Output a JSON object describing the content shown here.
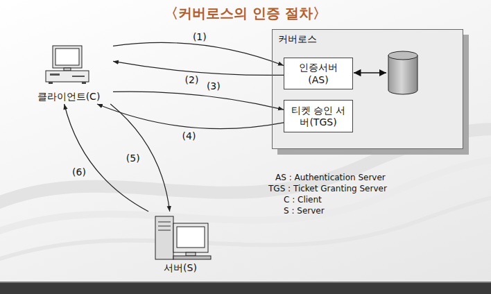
{
  "diagram": {
    "title": "〈커버로스의 인증 절차〉",
    "nodes": [
      {
        "text": [
          "클라이언트(C)"
        ]
      },
      {
        "text": [
          "커버로스"
        ]
      },
      {
        "text": [
          "인증서버 (AS)"
        ],
        "in": 1
      },
      {
        "text": [
          "티켓 승인 서버(TGS)"
        ],
        "in": 1
      },
      {
        "text": [
          "서버(S)"
        ]
      }
    ],
    "edges": [
      {
        "from": 0,
        "to": 2,
        "arrow": "to",
        "label": "(1)"
      },
      {
        "from": 2,
        "to": 0,
        "arrow": "to",
        "label": "(2)"
      },
      {
        "from": 0,
        "to": 3,
        "arrow": "to",
        "label": "(3)"
      },
      {
        "from": 3,
        "to": 0,
        "arrow": "to",
        "label": "(4)"
      },
      {
        "from": 0,
        "to": 4,
        "arrow": "to",
        "label": "(5)"
      },
      {
        "from": 4,
        "to": 0,
        "arrow": "to",
        "label": "(6)"
      }
    ],
    "labels": [
      "AS : Authentication Server",
      "TGS : Ticket Granting Server",
      "C : Client",
      "S : Server"
    ]
  }
}
